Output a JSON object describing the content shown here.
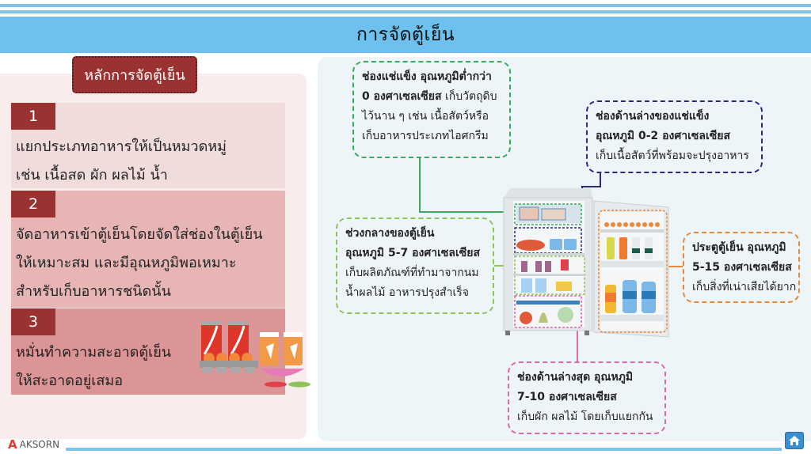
{
  "header": {
    "title": "การจัดตู้เย็น"
  },
  "left_panel": {
    "section_title": "หลักการจัดตู้เย็น",
    "steps": [
      {
        "number": "1",
        "lines": [
          "แยกประเภทอาหารให้เป็นหมวดหมู่",
          "เช่น เนื้อสด ผัก ผลไม้ น้ำ"
        ],
        "color": "#f1dcdc"
      },
      {
        "number": "2",
        "lines": [
          "จัดอาหารเข้าตู้เย็นโดยจัดใส่ช่องในตู้เย็น",
          "ให้เหมาะสม และมีอุณหภูมิพอเหมาะ",
          "สำหรับเก็บอาหารชนิดนั้น"
        ],
        "color": "#e8b5b5"
      },
      {
        "number": "3",
        "lines": [
          "หมั่นทำความสะอาดตู้เย็น",
          "ให้สะอาดอยู่เสมอ"
        ],
        "color": "#dc9596"
      }
    ],
    "illustration": "food-items-illustration"
  },
  "right_panel": {
    "callouts": {
      "freezer": {
        "bold1": "ช่องแช่แข็ง อุณหภูมิต่ำกว่า",
        "bold2": "0 องศาเซลเซียส",
        "rest2": " เก็บวัตถุดิบ",
        "line3": "ไว้นาน ๆ เช่น เนื้อสัตว์หรือ",
        "line4": "เก็บอาหารประเภทไอศกรีม",
        "color": "#3aaa5c"
      },
      "under_freezer": {
        "bold1": "ช่องด้านล่างของแช่แข็ง",
        "bold2": "อุณหภูมิ 0-2 องศาเซลเซียส",
        "line3": "เก็บเนื้อสัตว์ที่พร้อมจะปรุงอาหาร",
        "color": "#2a2a7a"
      },
      "middle": {
        "bold1": "ช่วงกลางของตู้เย็น",
        "bold2": "อุณหภูมิ 5-7 องศาเซลเซียส",
        "line3": "เก็บผลิตภัณฑ์ที่ทำมาจากนม",
        "line4": "น้ำผลไม้ อาหารปรุงสำเร็จ",
        "color": "#8cc45a"
      },
      "door": {
        "bold1": "ประตูตู้เย็น อุณหภูมิ",
        "bold2": "5-15 องศาเซลเซียส",
        "line3": "เก็บสิ่งที่เน่าเสียได้ยาก",
        "color": "#e58a3a"
      },
      "bottom": {
        "bold1": "ช่องด้านล่างสุด อุณหภูมิ",
        "bold2": "7-10 องศาเซลเซียส",
        "line3": "เก็บผัก ผลไม้ โดยเก็บแยกกัน",
        "color": "#d96aa8"
      }
    }
  },
  "footer": {
    "logo_text": "AKSORN",
    "home_icon": "home-icon"
  }
}
